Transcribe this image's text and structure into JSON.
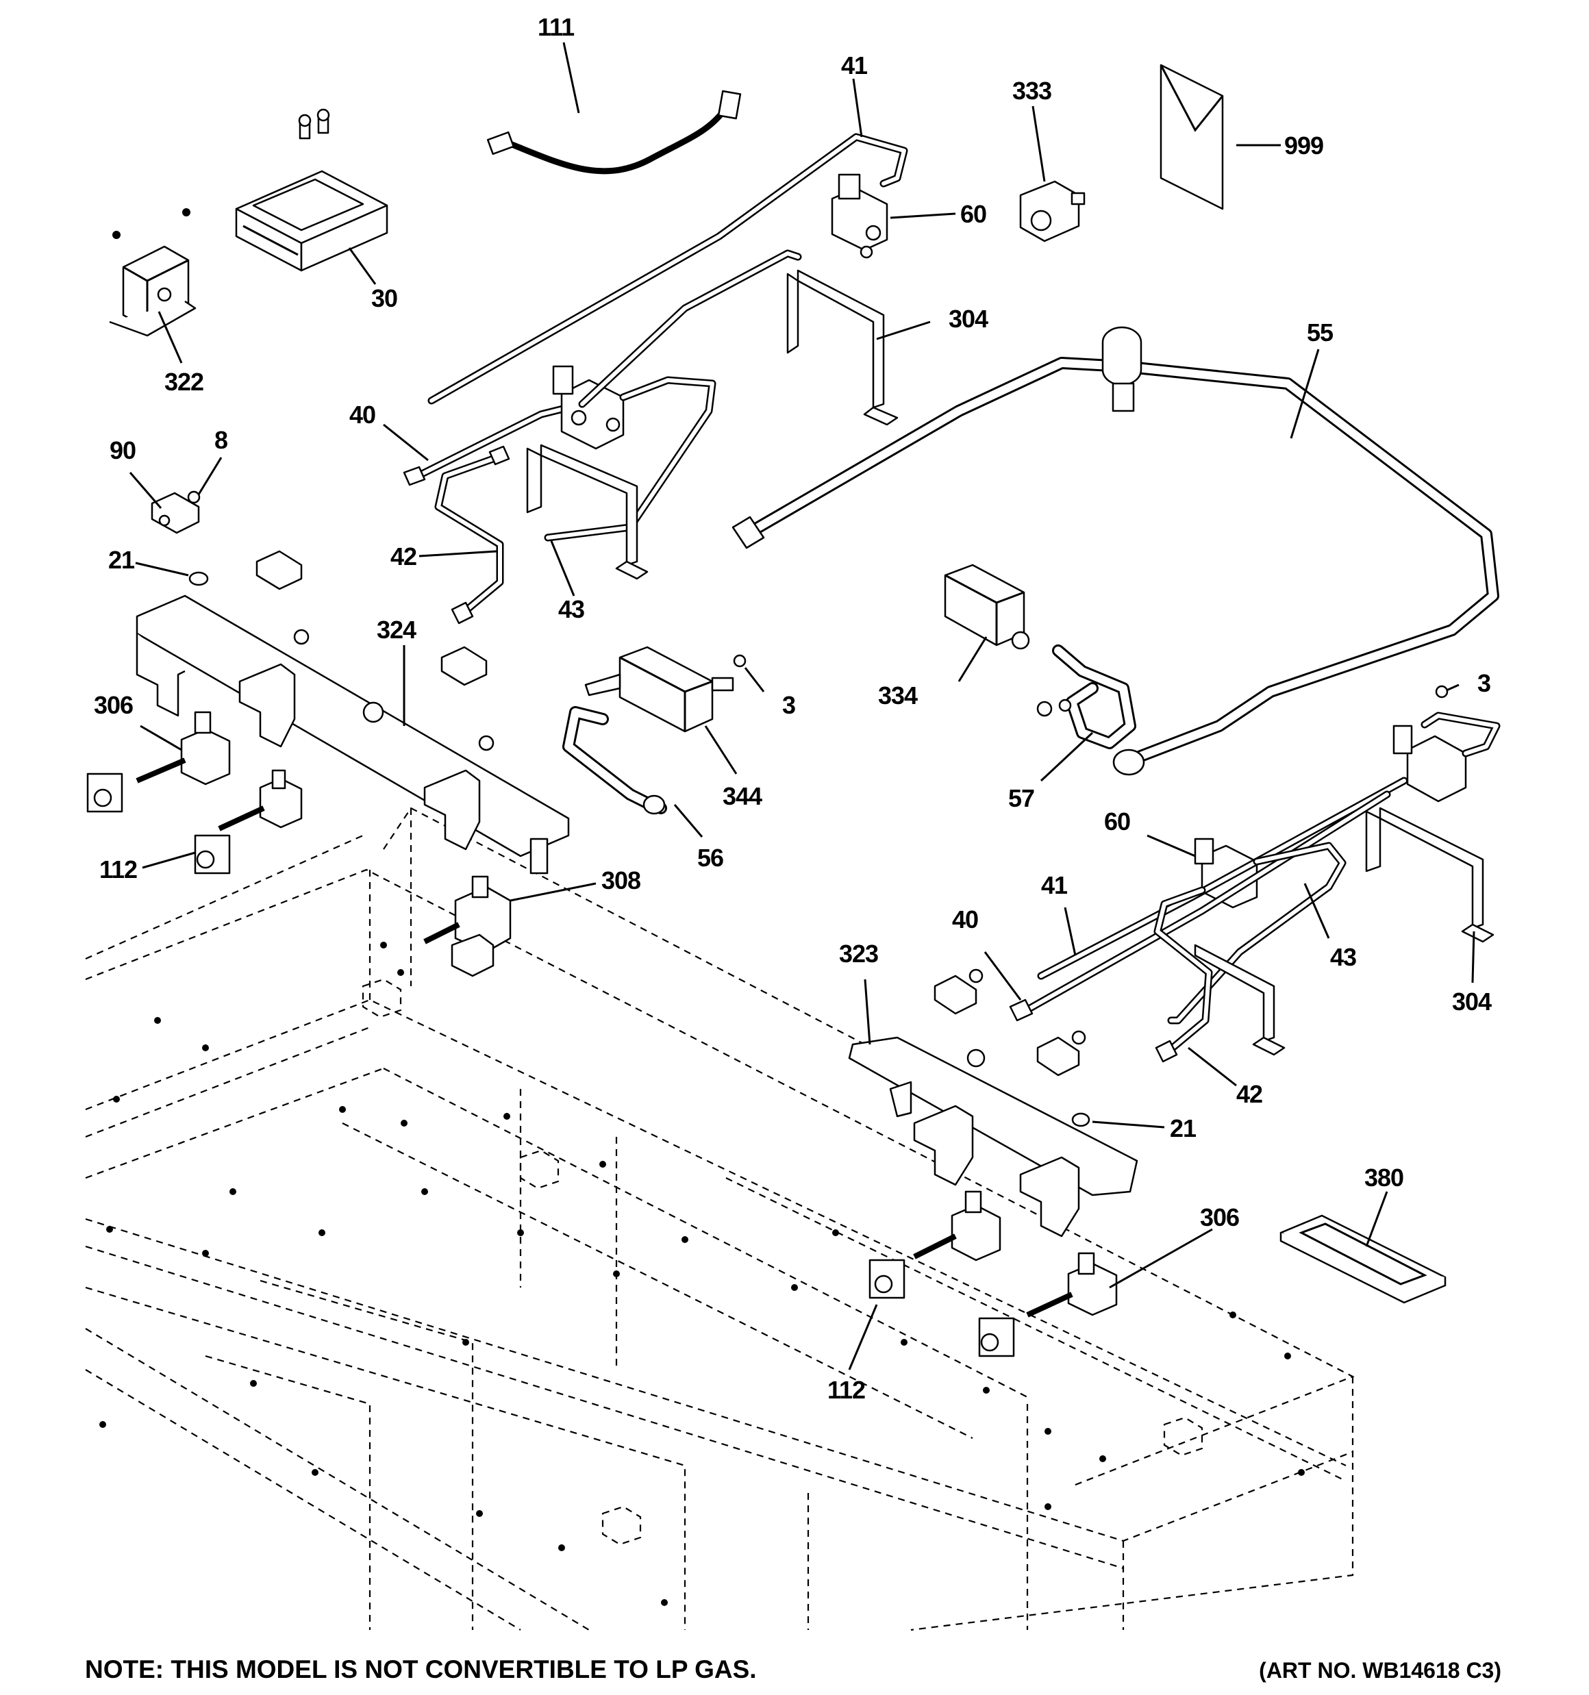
{
  "labels": {
    "l111": "111",
    "l41a": "41",
    "l333": "333",
    "l999": "999",
    "l60a": "60",
    "l30": "30",
    "l322": "322",
    "l304a": "304",
    "l55": "55",
    "l40a": "40",
    "l90": "90",
    "l8": "8",
    "l42a": "42",
    "l43a": "43",
    "l21a": "21",
    "l324": "324",
    "l3a": "3",
    "l334": "334",
    "l3b": "3",
    "l306a": "306",
    "l344": "344",
    "l57": "57",
    "l56": "56",
    "l60b": "60",
    "l112a": "112",
    "l308": "308",
    "l41b": "41",
    "l40b": "40",
    "l43b": "43",
    "l304b": "304",
    "l323": "323",
    "l42b": "42",
    "l21b": "21",
    "l380": "380",
    "l306b": "306",
    "l112b": "112"
  },
  "footer": {
    "note": "NOTE: THIS MODEL IS NOT CONVERTIBLE TO LP GAS.",
    "art_no": "(ART NO. WB14618 C3)"
  }
}
